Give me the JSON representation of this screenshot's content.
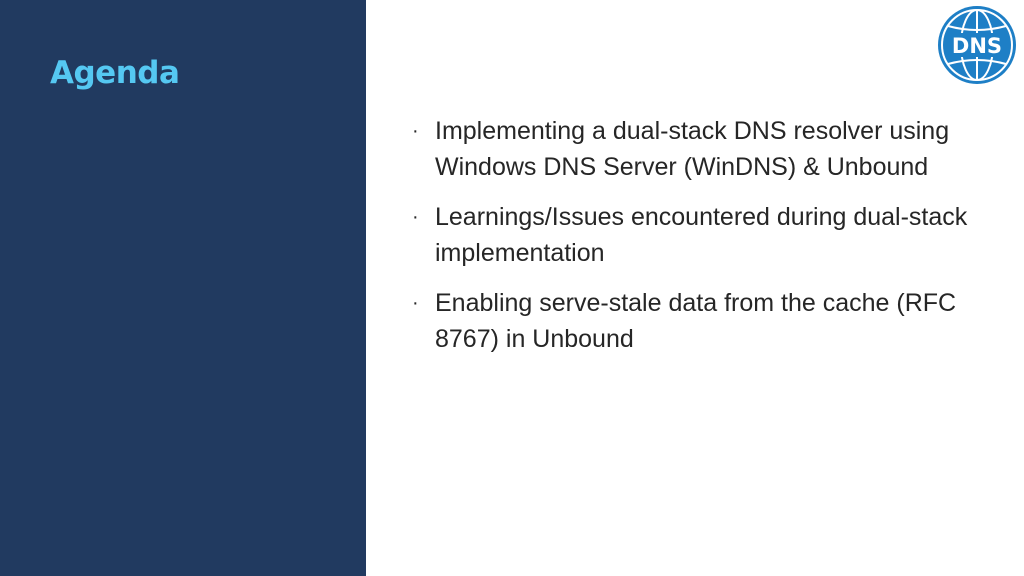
{
  "slide": {
    "title": "Agenda",
    "logo": {
      "icon": "dns-globe-icon",
      "text": "DNS",
      "color": "#1e7fc6"
    },
    "colors": {
      "side_panel": "#213a60",
      "title": "#55c8f2",
      "body_text": "#262626"
    },
    "bullet_glyph": "·",
    "items": [
      {
        "text": "Implementing a dual-stack DNS resolver using Windows DNS Server (WinDNS) & Unbound"
      },
      {
        "text": "Learnings/Issues encountered during dual-stack implementation"
      },
      {
        "text": "Enabling serve-stale data from the cache (RFC 8767) in Unbound"
      }
    ]
  }
}
